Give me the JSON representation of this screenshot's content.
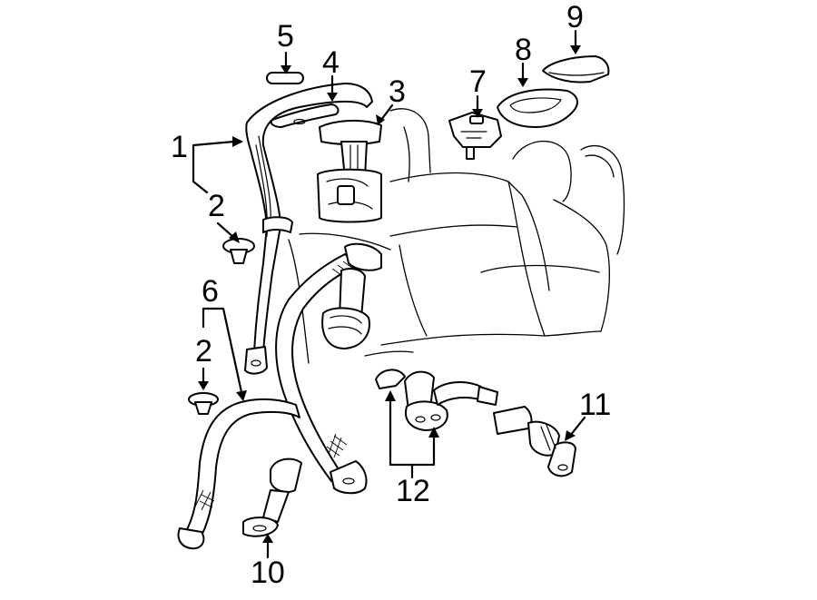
{
  "diagram": {
    "callouts": [
      {
        "id": "c1",
        "text": "1"
      },
      {
        "id": "c2a",
        "text": "2"
      },
      {
        "id": "c2b",
        "text": "2"
      },
      {
        "id": "c3",
        "text": "3"
      },
      {
        "id": "c4",
        "text": "4"
      },
      {
        "id": "c5",
        "text": "5"
      },
      {
        "id": "c6",
        "text": "6"
      },
      {
        "id": "c7",
        "text": "7"
      },
      {
        "id": "c8",
        "text": "8"
      },
      {
        "id": "c9",
        "text": "9"
      },
      {
        "id": "c10",
        "text": "10"
      },
      {
        "id": "c11",
        "text": "11"
      },
      {
        "id": "c12",
        "text": "12"
      }
    ]
  }
}
